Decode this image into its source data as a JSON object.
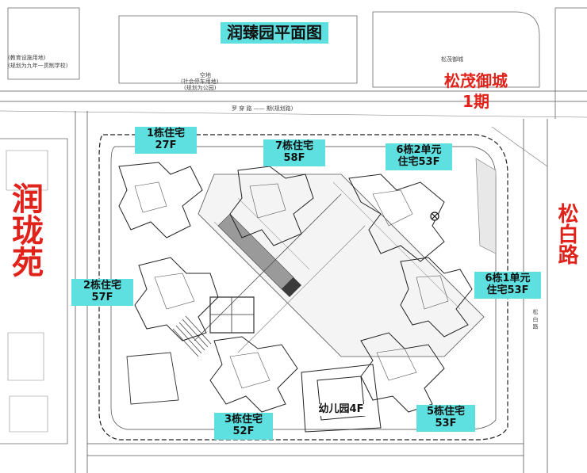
{
  "title": "润臻园平面图",
  "neighbors": {
    "west": "润珑苑",
    "northeast_line1": "松茂御城",
    "northeast_line2": "1期",
    "east_road": "松白路"
  },
  "buildings": [
    {
      "id": "b1",
      "line1": "1栋住宅",
      "line2": "27F"
    },
    {
      "id": "b7",
      "line1": "7栋住宅",
      "line2": "58F"
    },
    {
      "id": "b6u2",
      "line1": "6栋2单元",
      "line2": "住宅53F"
    },
    {
      "id": "b2",
      "line1": "2栋住宅",
      "line2": "57F"
    },
    {
      "id": "b6u1",
      "line1": "6栋1单元",
      "line2": "住宅53F"
    },
    {
      "id": "b3",
      "line1": "3栋住宅",
      "line2": "52F"
    },
    {
      "id": "kg",
      "line1": "幼儿园4F",
      "line2": ""
    },
    {
      "id": "b5",
      "line1": "5栋住宅",
      "line2": "53F"
    }
  ],
  "map_notes": {
    "top_left": "(教育设施用地)",
    "top_left_2": "(规划为九年一贯制学校)",
    "top_center": "空地",
    "top_center_2": "(社会停车用地)",
    "top_center_3": "(规划为公园)",
    "road_top": "罗 穿 路 —— 期(规划路)",
    "right_top": "松茂御城",
    "right_road": "松 白 路"
  },
  "colors": {
    "label_bg": "#5fe0e0",
    "neighbor_text": "#e0221a",
    "line": "#333333"
  }
}
